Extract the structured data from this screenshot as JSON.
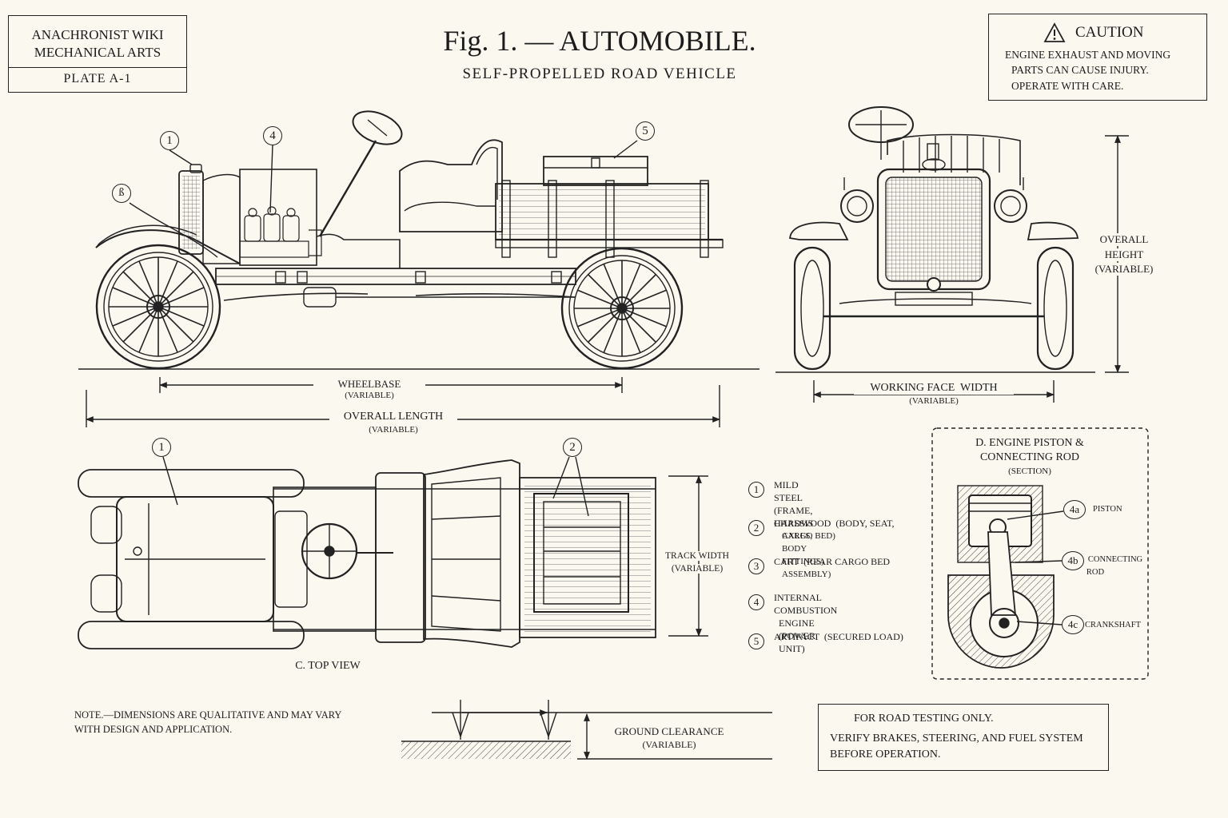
{
  "header_box": {
    "line1": "ANACHRONIST WIKI",
    "line2": "MECHANICAL ARTS",
    "plate": "PLATE A-1"
  },
  "title": {
    "main": "Fig. 1. — AUTOMOBILE.",
    "sub": "SELF-PROPELLED ROAD VEHICLE"
  },
  "caution": {
    "heading": "CAUTION",
    "line1": "ENGINE EXHAUST AND MOVING",
    "line2": "PARTS CAN CAUSE INJURY.",
    "line3": "OPERATE WITH CARE.",
    "icon": "warning-triangle-icon"
  },
  "side_view": {
    "callouts": [
      "1",
      "4",
      "5",
      "ß"
    ],
    "wheelbase": {
      "label": "WHEELBASE",
      "sub": "(VARIABLE)"
    },
    "overall_length": {
      "label": "OVERALL LENGTH",
      "sub": "(VARIABLE)"
    }
  },
  "front_view": {
    "height": {
      "line1": "OVERALL",
      "line2": "HEIGHT",
      "line3": "(VARIABLE)"
    },
    "width": {
      "label": "WORKING FACE  WIDTH",
      "sub": "(VARIABLE)"
    }
  },
  "top_view": {
    "caption": "C. TOP VIEW",
    "callouts": [
      "1",
      "2"
    ],
    "track": {
      "label": "TRACK WIDTH",
      "sub": "(VARIABLE)"
    }
  },
  "legend": [
    {
      "num": "1",
      "line1": "MILD STEEL (FRAME, CHASSIS",
      "line2": "AXLES, BODY FITTINGS)"
    },
    {
      "num": "2",
      "line1": "HARDWOOD  (BODY, SEAT,",
      "line2": "CARGO BED)"
    },
    {
      "num": "3",
      "line1": "CART  (REAR CARGO BED",
      "line2": "ASSEMBLY)"
    },
    {
      "num": "4",
      "line1": "INTERNAL COMBUSTION",
      "line2": "ENGINE (POWER UNIT)"
    },
    {
      "num": "5",
      "line1": "ARTIFACT  (SECURED LOAD)",
      "line2": ""
    }
  ],
  "piston": {
    "title1": "D. ENGINE PISTON &",
    "title2": "CONNECTING ROD",
    "title3": "(SECTION)",
    "parts": [
      {
        "num": "4a",
        "label": "PISTON",
        "label2": ""
      },
      {
        "num": "4b",
        "label": "CONNECTING",
        "label2": "ROD"
      },
      {
        "num": "4c",
        "label": "CRANKSHAFT",
        "label2": ""
      }
    ]
  },
  "note": {
    "line1": "NOTE.—DIMENSIONS ARE QUALITATIVE AND MAY VARY",
    "line2": "WITH DESIGN AND APPLICATION."
  },
  "clearance": {
    "label": "GROUND CLEARANCE",
    "sub": "(VARIABLE)"
  },
  "road_test": {
    "line1": "FOR ROAD TESTING ONLY.",
    "line2": "VERIFY BRAKES, STEERING, AND FUEL SYSTEM",
    "line3": "BEFORE OPERATION."
  }
}
